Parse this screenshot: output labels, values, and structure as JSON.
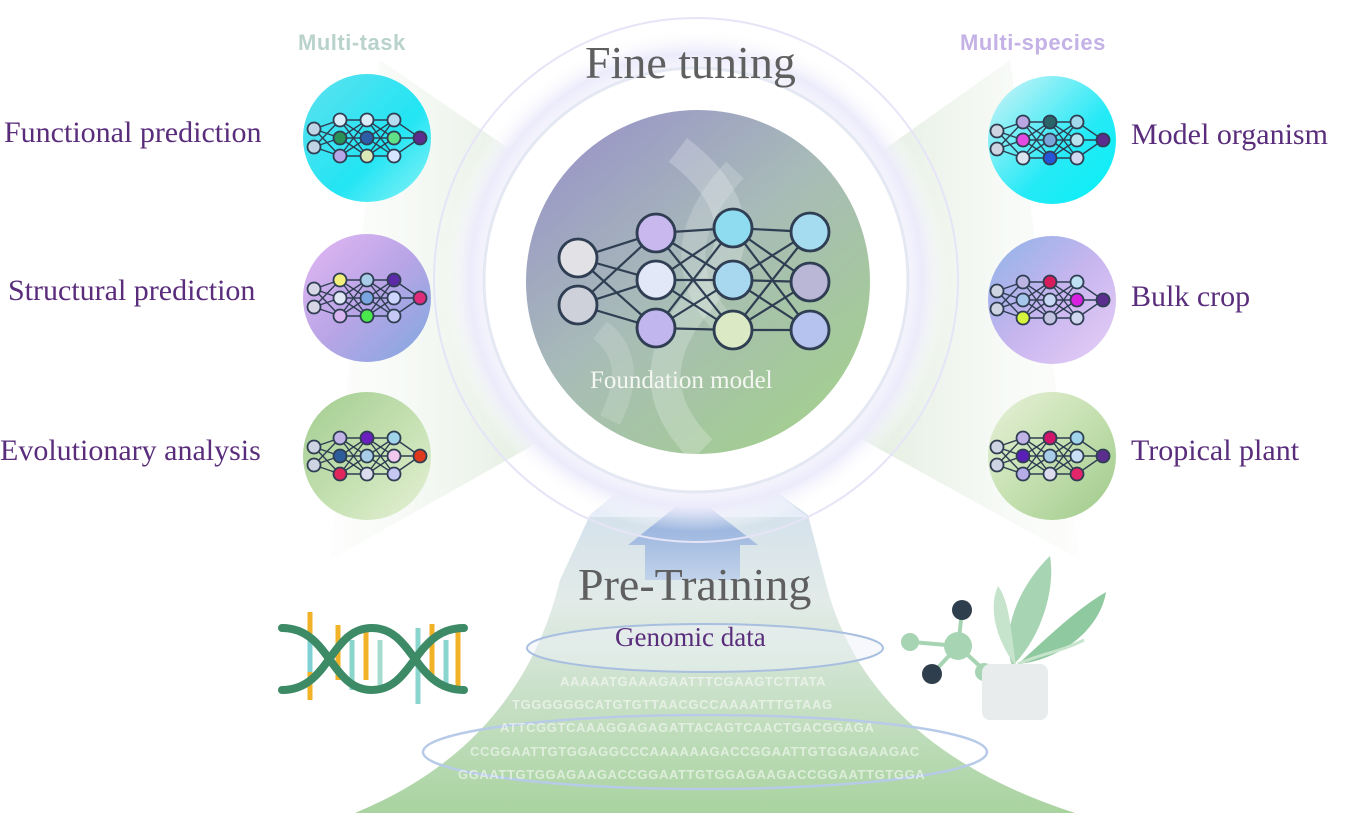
{
  "headers": {
    "multi_task": "Multi-task",
    "multi_species": "Multi-species"
  },
  "stages": {
    "fine_tuning": "Fine tuning",
    "pre_training": "Pre-Training",
    "foundation_model": "Foundation model",
    "genomic_data": "Genomic data"
  },
  "tasks": [
    {
      "label": "Functional prediction"
    },
    {
      "label": "Structural prediction"
    },
    {
      "label": "Evolutionary analysis"
    }
  ],
  "species": [
    {
      "label": "Model organism"
    },
    {
      "label": "Bulk crop"
    },
    {
      "label": "Tropical plant"
    }
  ],
  "sequences": [
    "AAAAATGAAAGAATTTCGAAGTCTTATA",
    "TGGGGGGCATGTGTTAACGCCAAAATTTGTAAG",
    "ATTCGGTCAAAGGAGAGATTACAGTCAACTGACGGAGA",
    "CCGGAATTGTGGAGGCCCAAAAAAGACCGGAATTGTGGAGAAGAC",
    "GGAATTGTGGAGAAGACCGGAATTGTGGAGAAGACCGGAATTGTGGA"
  ],
  "colors": {
    "label_purple": "#5a2d7c",
    "title_gray": "#5f5f5f",
    "node_stroke": "#2f3e52",
    "green_accent": "#3d8a66",
    "leaf_green": "#9fd1ae"
  }
}
